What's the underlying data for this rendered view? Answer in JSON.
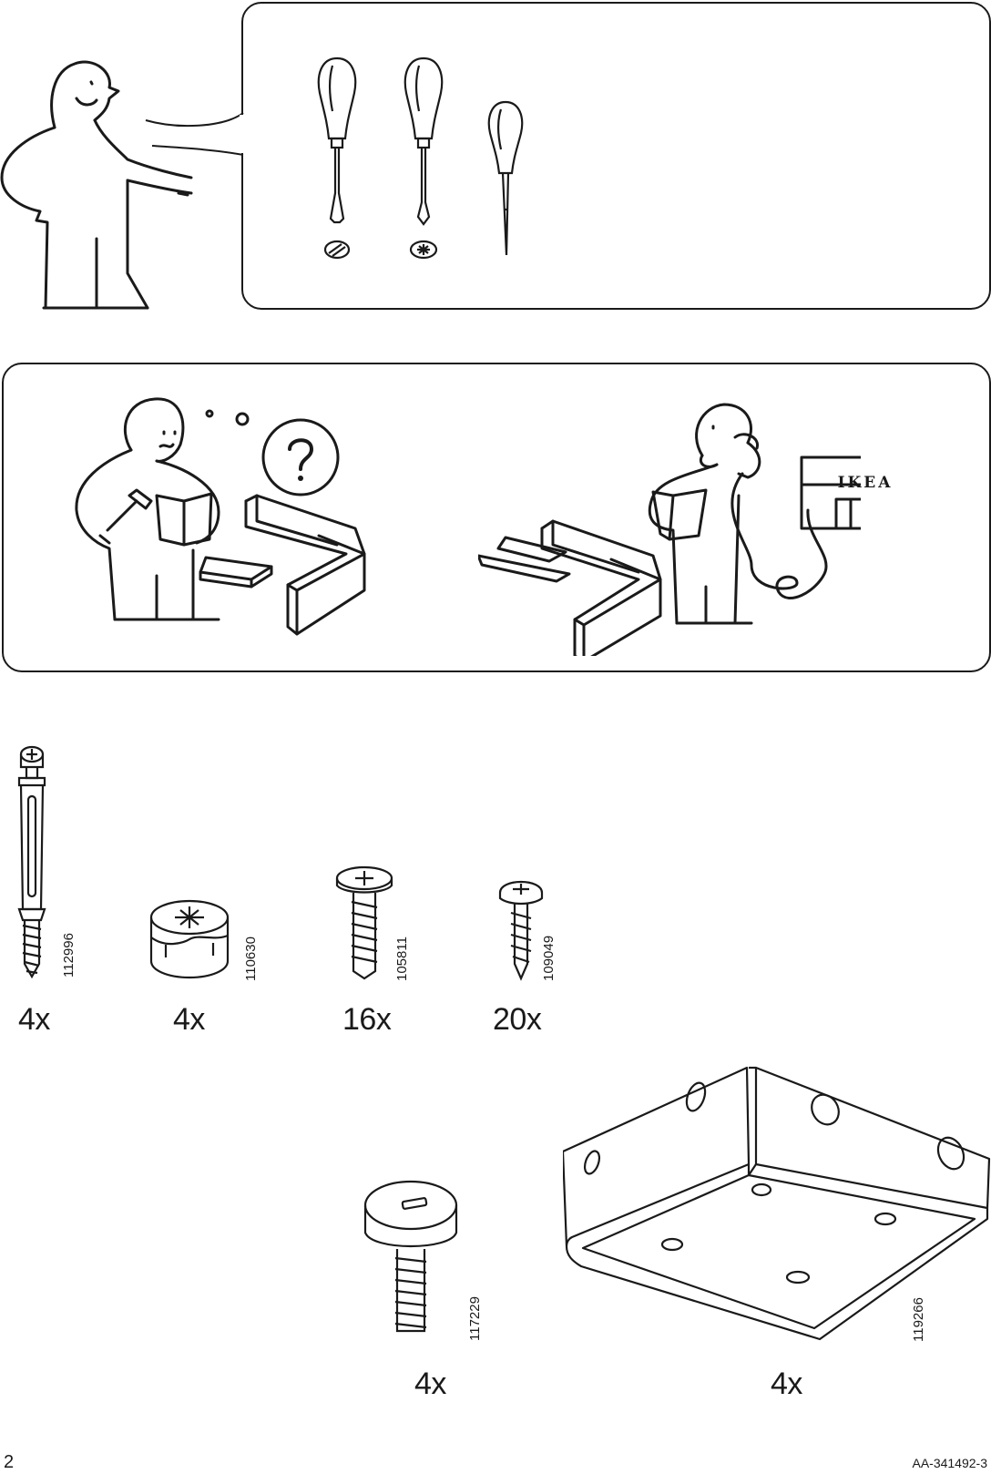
{
  "page": {
    "number": "2",
    "doc_code": "AA-341492-3"
  },
  "tools_panel": {
    "tools": [
      {
        "icon": "flathead-screwdriver-icon"
      },
      {
        "icon": "phillips-screwdriver-icon"
      },
      {
        "icon": "awl-icon"
      }
    ]
  },
  "help_panel": {
    "store_sign": "IKEA"
  },
  "parts": [
    {
      "article": "112996",
      "qty": "4x",
      "icon": "cam-dowel-icon"
    },
    {
      "article": "110630",
      "qty": "4x",
      "icon": "cam-lock-icon"
    },
    {
      "article": "105811",
      "qty": "16x",
      "icon": "euro-screw-icon"
    },
    {
      "article": "109049",
      "qty": "20x",
      "icon": "wood-screw-icon"
    },
    {
      "article": "117229",
      "qty": "4x",
      "icon": "leveling-foot-icon"
    },
    {
      "article": "119266",
      "qty": "4x",
      "icon": "corner-bracket-icon"
    }
  ]
}
